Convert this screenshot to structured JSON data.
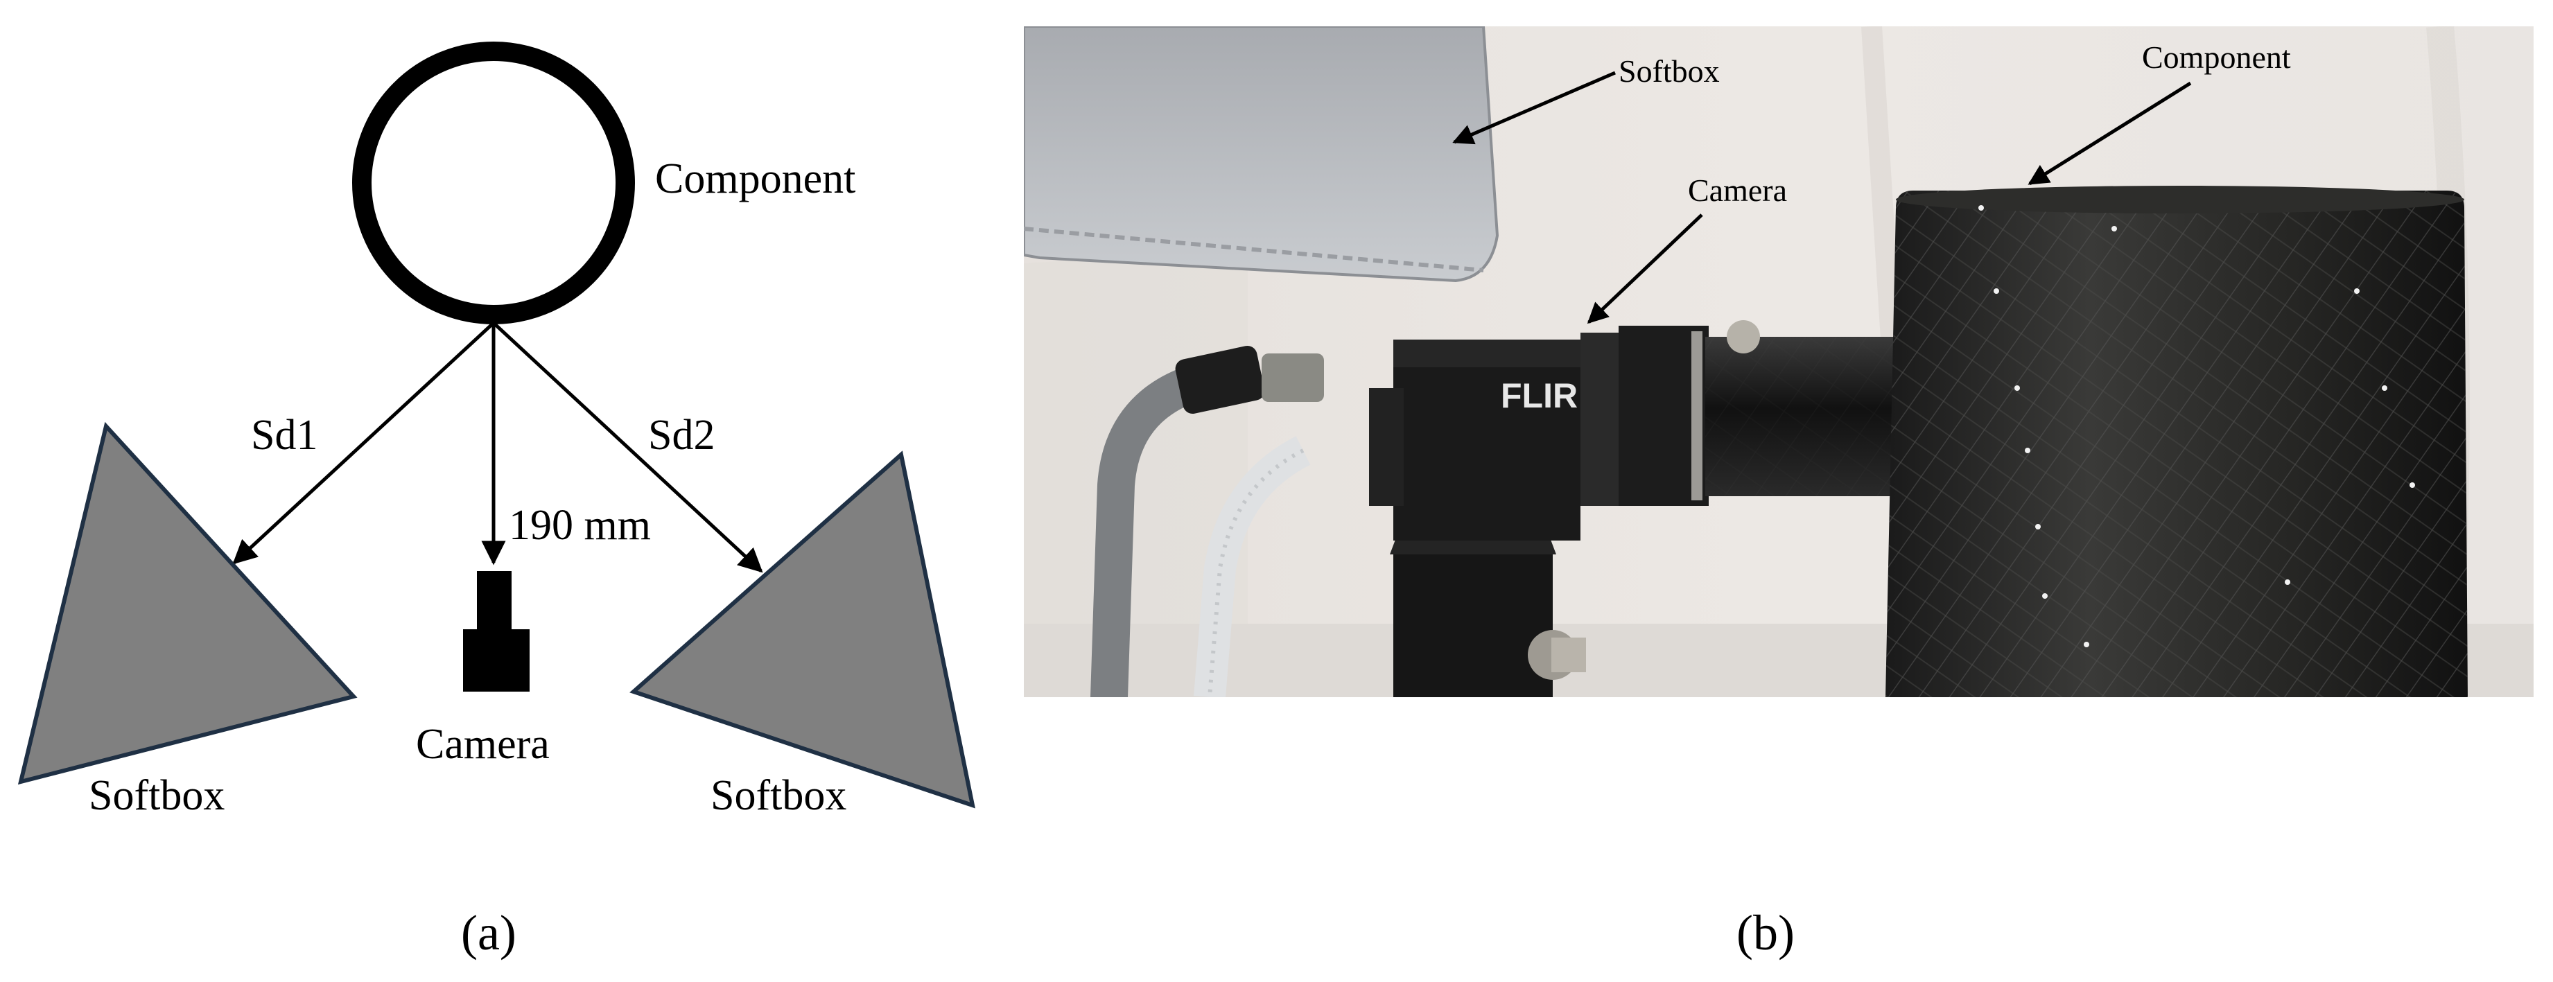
{
  "panel_a": {
    "labels": {
      "component": "Component",
      "sd1": "Sd1",
      "sd2": "Sd2",
      "distance": "190 mm",
      "camera": "Camera",
      "softbox_left": "Softbox",
      "softbox_right": "Softbox"
    },
    "caption": "(a)",
    "colors": {
      "softbox_fill": "#808080",
      "softbox_stroke": "#1f3044",
      "line": "#000000"
    },
    "icons": [
      "component-ring-icon",
      "camera-icon",
      "softbox-triangle-icon"
    ]
  },
  "panel_b": {
    "labels": {
      "softbox": "Softbox",
      "camera": "Camera",
      "component": "Component",
      "brand": "FLIR"
    },
    "caption": "(b)"
  }
}
